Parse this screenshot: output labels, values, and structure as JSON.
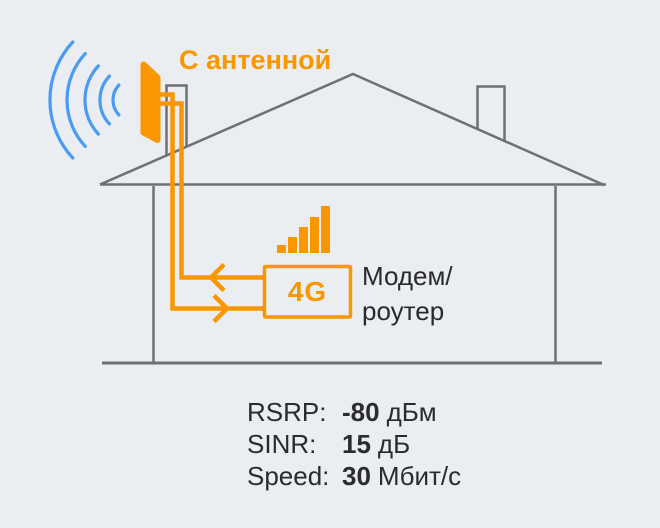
{
  "diagram": {
    "title": "С антенной",
    "modem_box_label": "4G",
    "modem_caption": "Модем/\nроутер",
    "icons": [
      "signal-waves-icon",
      "panel-antenna-icon",
      "mast-pole",
      "house-outline",
      "chimney",
      "coax-cables",
      "arrow-left-icon",
      "arrow-right-icon",
      "signal-strength-bars-icon",
      "modem-router-box"
    ]
  },
  "stats": {
    "rows": [
      {
        "label": "RSRP:",
        "value": "-80",
        "unit": "дБм"
      },
      {
        "label": "SINR:",
        "value": "15",
        "unit": "дБ"
      },
      {
        "label": "Speed:",
        "value": "30",
        "unit": "Мбит/с"
      }
    ]
  },
  "colors": {
    "accent_orange": "#F99600",
    "signal_blue": "#4A9BF2",
    "line_gray": "#6F7072",
    "background": "#EAEDF1",
    "text_dark": "#2B2B2B"
  }
}
